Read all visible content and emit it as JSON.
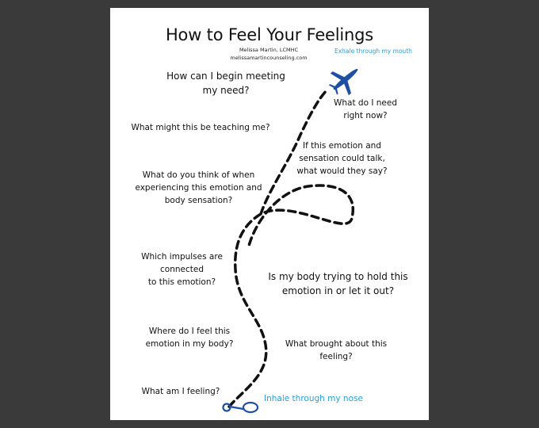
{
  "title": "How to Feel Your Feelings",
  "author": "Melissa Martin, LCMHC",
  "website": "melissamartincounseling.com",
  "exhale": "Exhale through my mouth",
  "inhale": "Inhale through my nose",
  "questions": {
    "begin": "How can I begin meeting\nmy need?",
    "need": "What do I need\nright now?",
    "teaching": "What might this be teaching me?",
    "talk": "If this emotion and\nsensation could talk,\nwhat would they say?",
    "think": "What do you think of when\nexperiencing this emotion and\nbody sensation?",
    "impulses": "Which impulses are\nconnected\nto this emotion?",
    "hold": "Is my body trying to hold this\nemotion in or let it out?",
    "where": "Where do I feel this\nemotion in my body?",
    "brought": "What brought about this\nfeeling?",
    "feeling": "What am I feeling?"
  },
  "colors": {
    "accent_text": "#2a9fd6",
    "plane": "#1f4fa3",
    "dashes": "#111111",
    "background": "#3a3a3a"
  },
  "icons": [
    "airplane-icon",
    "scissors-icon"
  ]
}
